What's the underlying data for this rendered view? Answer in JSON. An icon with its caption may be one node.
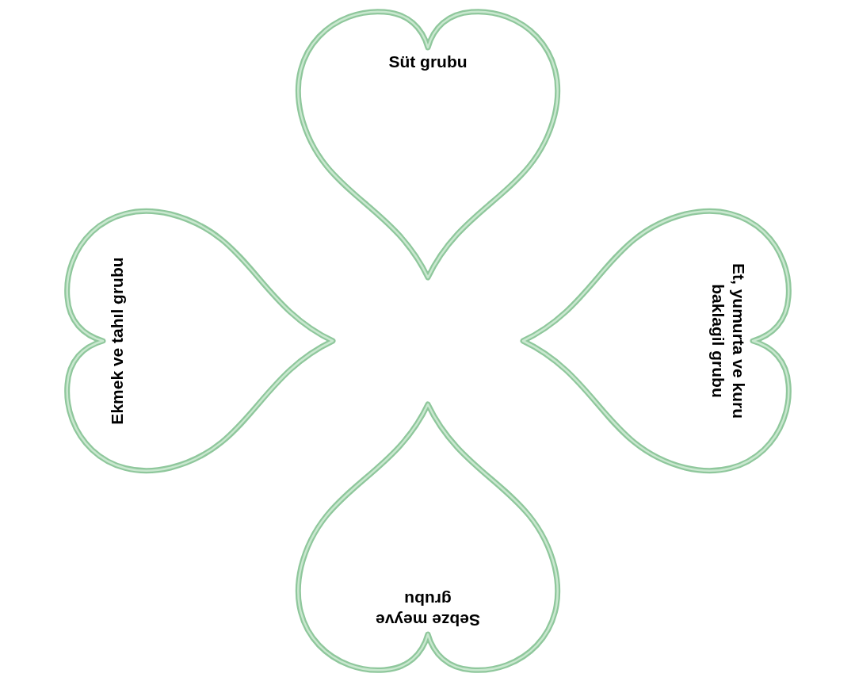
{
  "diagram": {
    "nodes": [
      {
        "text": [
          "Süt grubu"
        ]
      },
      {
        "text": [
          "Ekmek ve tahıl grubu"
        ]
      },
      {
        "text": [
          "Et, yumurta ve kuru baklagil grubu"
        ]
      },
      {
        "text": [
          "Sebze meyve grubu"
        ]
      }
    ]
  }
}
